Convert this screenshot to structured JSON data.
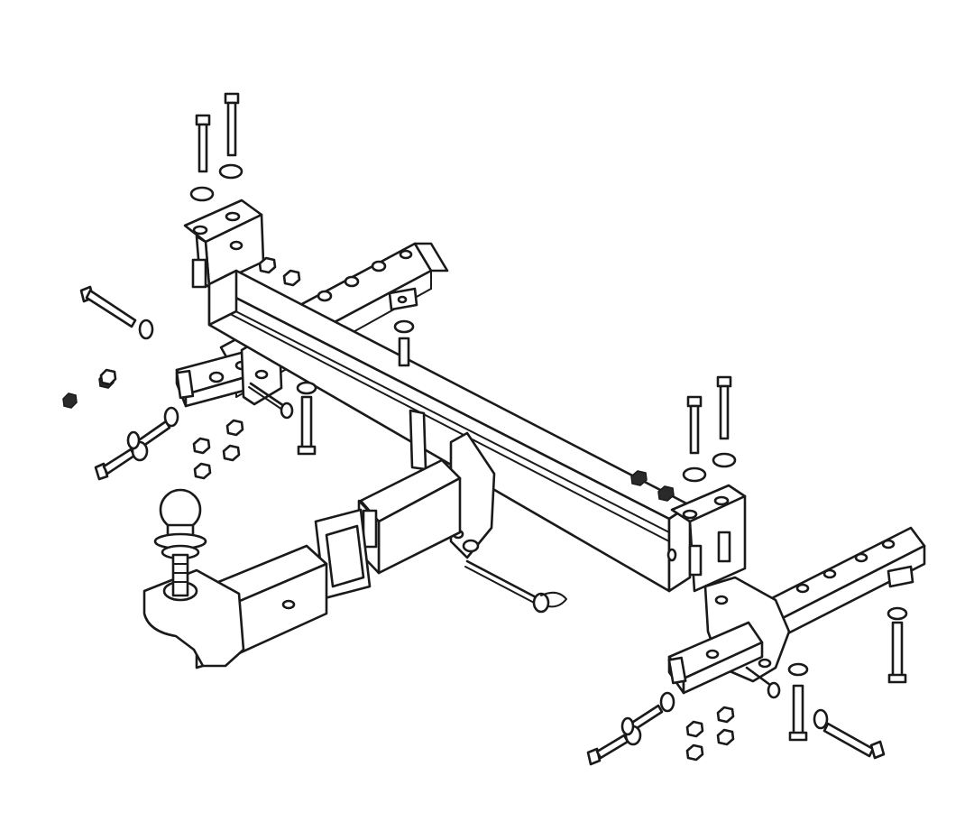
{
  "diagram": {
    "type": "exploded-assembly-line-drawing",
    "subject": "tow-bar",
    "components": [
      "cross-bar",
      "left-side-arm",
      "right-side-arm",
      "left-mounting-bracket",
      "right-mounting-bracket",
      "left-flange-plate",
      "right-flange-plate",
      "receiver-hitch",
      "drawbar-shank",
      "tow-ball",
      "hitch-pin",
      "socket-bracket",
      "bolts",
      "nuts",
      "washers"
    ],
    "colors": {
      "line": "#1a1a1a",
      "background": "#ffffff"
    }
  }
}
